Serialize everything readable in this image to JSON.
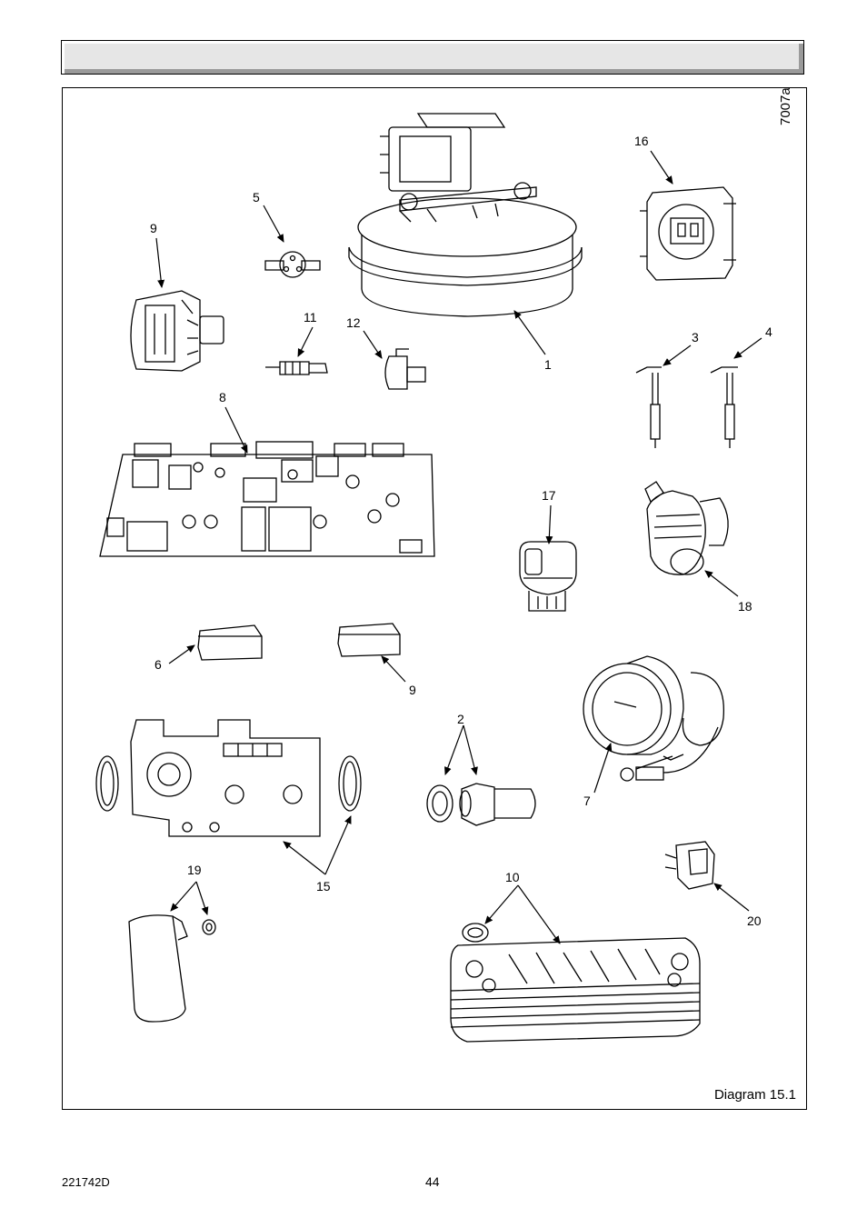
{
  "header": {
    "title": ""
  },
  "figure": {
    "code": "7007a",
    "caption": "Diagram 15.1",
    "callouts": [
      "9",
      "5",
      "1",
      "16",
      "11",
      "12",
      "3",
      "4",
      "8",
      "17",
      "18",
      "6",
      "9",
      "2",
      "7",
      "15",
      "19",
      "10",
      "20"
    ]
  },
  "footer": {
    "doc_number": "221742D",
    "page_number": "44"
  }
}
